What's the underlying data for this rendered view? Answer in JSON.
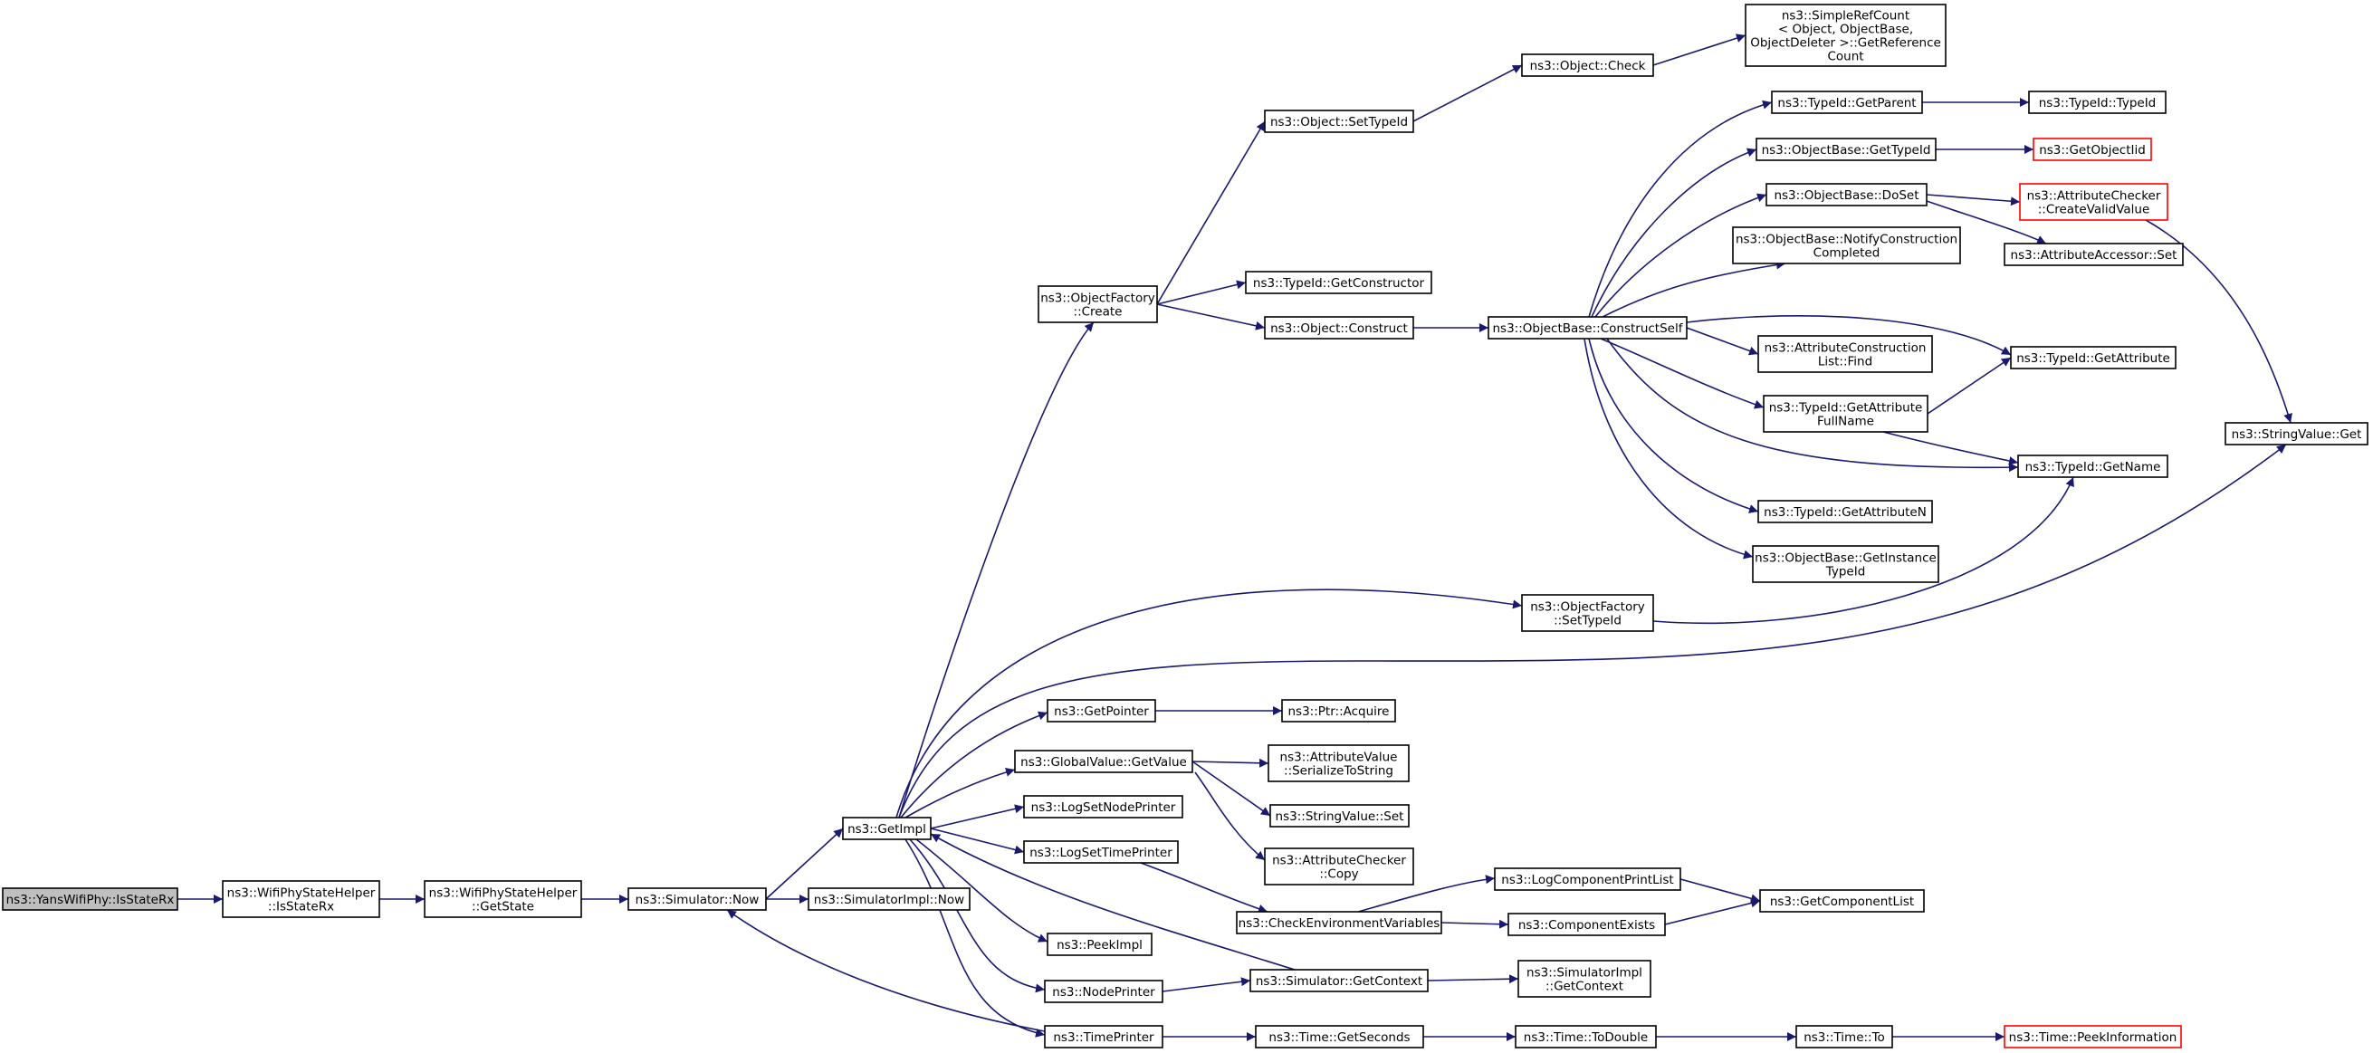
{
  "colors": {
    "edge": "#191970",
    "border": "#000000",
    "border_incomplete": "#ff0000",
    "root_fill": "#bfbfbf",
    "fill": "#ffffff"
  },
  "nodes": [
    {
      "id": "root",
      "lines": [
        "ns3::YansWifiPhy::IsStateRx"
      ],
      "style": "root"
    },
    {
      "id": "isStateRx",
      "lines": [
        "ns3::WifiPhyStateHelper",
        "::IsStateRx"
      ]
    },
    {
      "id": "getState",
      "lines": [
        "ns3::WifiPhyStateHelper",
        "::GetState"
      ]
    },
    {
      "id": "simNow",
      "lines": [
        "ns3::Simulator::Now"
      ]
    },
    {
      "id": "simImplNow",
      "lines": [
        "ns3::SimulatorImpl::Now"
      ]
    },
    {
      "id": "getImpl",
      "lines": [
        "ns3::GetImpl"
      ]
    },
    {
      "id": "objFactoryCreate",
      "lines": [
        "ns3::ObjectFactory",
        "::Create"
      ]
    },
    {
      "id": "getPointer",
      "lines": [
        "ns3::GetPointer"
      ]
    },
    {
      "id": "gvGetValue",
      "lines": [
        "ns3::GlobalValue::GetValue"
      ]
    },
    {
      "id": "logSetNodePrinter",
      "lines": [
        "ns3::LogSetNodePrinter"
      ]
    },
    {
      "id": "logSetTimePrinter",
      "lines": [
        "ns3::LogSetTimePrinter"
      ]
    },
    {
      "id": "peekImpl",
      "lines": [
        "ns3::PeekImpl"
      ]
    },
    {
      "id": "nodePrinter",
      "lines": [
        "ns3::NodePrinter"
      ]
    },
    {
      "id": "timePrinter",
      "lines": [
        "ns3::TimePrinter"
      ]
    },
    {
      "id": "objSetTypeId",
      "lines": [
        "ns3::Object::SetTypeId"
      ]
    },
    {
      "id": "typeIdGetConstructor",
      "lines": [
        "ns3::TypeId::GetConstructor"
      ]
    },
    {
      "id": "objConstruct",
      "lines": [
        "ns3::Object::Construct"
      ]
    },
    {
      "id": "ptrAcquire",
      "lines": [
        "ns3::Ptr::Acquire"
      ]
    },
    {
      "id": "avSerialize",
      "lines": [
        "ns3::AttributeValue",
        "::SerializeToString"
      ]
    },
    {
      "id": "svSet",
      "lines": [
        "ns3::StringValue::Set"
      ]
    },
    {
      "id": "acCopy",
      "lines": [
        "ns3::AttributeChecker",
        "::Copy"
      ]
    },
    {
      "id": "checkEnv",
      "lines": [
        "ns3::CheckEnvironmentVariables"
      ]
    },
    {
      "id": "simGetContext",
      "lines": [
        "ns3::Simulator::GetContext"
      ]
    },
    {
      "id": "timeGetSeconds",
      "lines": [
        "ns3::Time::GetSeconds"
      ]
    },
    {
      "id": "objCheck",
      "lines": [
        "ns3::Object::Check"
      ]
    },
    {
      "id": "obConstructSelf",
      "lines": [
        "ns3::ObjectBase::ConstructSelf"
      ]
    },
    {
      "id": "ofSetTypeId",
      "lines": [
        "ns3::ObjectFactory",
        "::SetTypeId"
      ]
    },
    {
      "id": "logCompPrintList",
      "lines": [
        "ns3::LogComponentPrintList"
      ]
    },
    {
      "id": "compExists",
      "lines": [
        "ns3::ComponentExists"
      ]
    },
    {
      "id": "simImplGetContext",
      "lines": [
        "ns3::SimulatorImpl",
        "::GetContext"
      ]
    },
    {
      "id": "timeToDouble",
      "lines": [
        "ns3::Time::ToDouble"
      ]
    },
    {
      "id": "srcGetRefCount",
      "lines": [
        "ns3::SimpleRefCount",
        "< Object, ObjectBase,",
        " ObjectDeleter >::GetReference",
        "Count"
      ]
    },
    {
      "id": "typeIdGetParent",
      "lines": [
        "ns3::TypeId::GetParent"
      ]
    },
    {
      "id": "obGetTypeId",
      "lines": [
        "ns3::ObjectBase::GetTypeId"
      ]
    },
    {
      "id": "obDoSet",
      "lines": [
        "ns3::ObjectBase::DoSet"
      ]
    },
    {
      "id": "obNotify",
      "lines": [
        "ns3::ObjectBase::NotifyConstruction",
        "Completed"
      ]
    },
    {
      "id": "acListFind",
      "lines": [
        "ns3::AttributeConstruction",
        "List::Find"
      ]
    },
    {
      "id": "tidGetAttrFullName",
      "lines": [
        "ns3::TypeId::GetAttribute",
        "FullName"
      ]
    },
    {
      "id": "tidGetAttrN",
      "lines": [
        "ns3::TypeId::GetAttributeN"
      ]
    },
    {
      "id": "obGetInstanceTypeId",
      "lines": [
        "ns3::ObjectBase::GetInstance",
        "TypeId"
      ]
    },
    {
      "id": "getComponentList",
      "lines": [
        "ns3::GetComponentList"
      ]
    },
    {
      "id": "timeTo",
      "lines": [
        "ns3::Time::To"
      ]
    },
    {
      "id": "tidTypeId",
      "lines": [
        "ns3::TypeId::TypeId"
      ]
    },
    {
      "id": "getObjectIid",
      "lines": [
        "ns3::GetObjectIid"
      ],
      "style": "incomplete"
    },
    {
      "id": "acCreateValid",
      "lines": [
        "ns3::AttributeChecker",
        "::CreateValidValue"
      ],
      "style": "incomplete"
    },
    {
      "id": "aaSet",
      "lines": [
        "ns3::AttributeAccessor::Set"
      ]
    },
    {
      "id": "tidGetAttribute",
      "lines": [
        "ns3::TypeId::GetAttribute"
      ]
    },
    {
      "id": "tidGetName",
      "lines": [
        "ns3::TypeId::GetName"
      ]
    },
    {
      "id": "timePeekInfo",
      "lines": [
        "ns3::Time::PeekInformation"
      ],
      "style": "incomplete"
    },
    {
      "id": "svGet",
      "lines": [
        "ns3::StringValue::Get"
      ]
    }
  ],
  "edges": [
    [
      "root",
      "isStateRx"
    ],
    [
      "isStateRx",
      "getState"
    ],
    [
      "getState",
      "simNow"
    ],
    [
      "simNow",
      "simImplNow"
    ],
    [
      "simNow",
      "getImpl"
    ],
    [
      "getImpl",
      "objFactoryCreate"
    ],
    [
      "getImpl",
      "getPointer"
    ],
    [
      "getImpl",
      "gvGetValue"
    ],
    [
      "getImpl",
      "logSetNodePrinter"
    ],
    [
      "getImpl",
      "logSetTimePrinter"
    ],
    [
      "getImpl",
      "peekImpl"
    ],
    [
      "getImpl",
      "nodePrinter"
    ],
    [
      "getImpl",
      "timePrinter"
    ],
    [
      "getImpl",
      "ofSetTypeId"
    ],
    [
      "getImpl",
      "svGet"
    ],
    [
      "objFactoryCreate",
      "objSetTypeId"
    ],
    [
      "objFactoryCreate",
      "typeIdGetConstructor"
    ],
    [
      "objFactoryCreate",
      "objConstruct"
    ],
    [
      "objSetTypeId",
      "objCheck"
    ],
    [
      "objCheck",
      "srcGetRefCount"
    ],
    [
      "objConstruct",
      "obConstructSelf"
    ],
    [
      "obConstructSelf",
      "typeIdGetParent"
    ],
    [
      "obConstructSelf",
      "obGetTypeId"
    ],
    [
      "obConstructSelf",
      "obDoSet"
    ],
    [
      "obConstructSelf",
      "obNotify"
    ],
    [
      "obConstructSelf",
      "acListFind"
    ],
    [
      "obConstructSelf",
      "tidGetAttrFullName"
    ],
    [
      "obConstructSelf",
      "tidGetAttrN"
    ],
    [
      "obConstructSelf",
      "obGetInstanceTypeId"
    ],
    [
      "obConstructSelf",
      "tidGetAttribute"
    ],
    [
      "obConstructSelf",
      "tidGetName"
    ],
    [
      "typeIdGetParent",
      "tidTypeId"
    ],
    [
      "obGetTypeId",
      "getObjectIid"
    ],
    [
      "obDoSet",
      "acCreateValid"
    ],
    [
      "obDoSet",
      "aaSet"
    ],
    [
      "acCreateValid",
      "svGet"
    ],
    [
      "tidGetAttrFullName",
      "tidGetAttribute"
    ],
    [
      "tidGetAttrFullName",
      "tidGetName"
    ],
    [
      "ofSetTypeId",
      "tidGetName"
    ],
    [
      "getPointer",
      "ptrAcquire"
    ],
    [
      "gvGetValue",
      "avSerialize"
    ],
    [
      "gvGetValue",
      "svSet"
    ],
    [
      "gvGetValue",
      "acCopy"
    ],
    [
      "logSetTimePrinter",
      "checkEnv"
    ],
    [
      "checkEnv",
      "logCompPrintList"
    ],
    [
      "checkEnv",
      "compExists"
    ],
    [
      "logCompPrintList",
      "getComponentList"
    ],
    [
      "compExists",
      "getComponentList"
    ],
    [
      "nodePrinter",
      "simGetContext"
    ],
    [
      "simGetContext",
      "getImpl"
    ],
    [
      "simGetContext",
      "simImplGetContext"
    ],
    [
      "timePrinter",
      "simNow"
    ],
    [
      "timePrinter",
      "timeGetSeconds"
    ],
    [
      "timeGetSeconds",
      "timeToDouble"
    ],
    [
      "timeToDouble",
      "timeTo"
    ],
    [
      "timeTo",
      "timePeekInfo"
    ]
  ]
}
